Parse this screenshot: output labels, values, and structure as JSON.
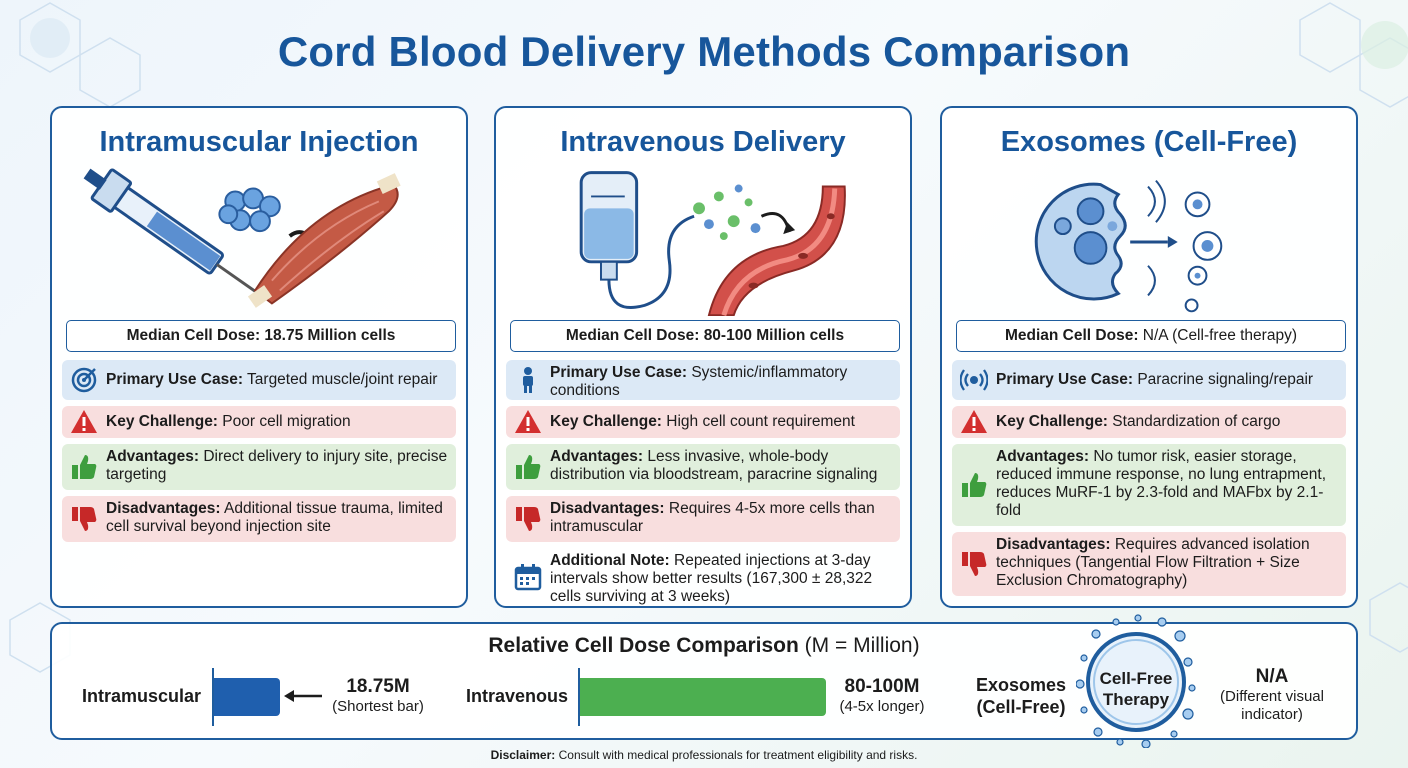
{
  "title": "Cord Blood Delivery Methods Comparison",
  "colors": {
    "primary": "#17569b",
    "blue_row": "#dce9f6",
    "red_row": "#f8dede",
    "green_row": "#e0efdc",
    "iv_bar": "#4caf50",
    "im_bar": "#1f5fae"
  },
  "cards": [
    {
      "title": "Intramuscular Injection",
      "illustration": "syringe-cells-muscle",
      "dose_label": "Median Cell Dose:",
      "dose_value": "18.75 Million cells",
      "rows": [
        {
          "icon": "target-icon",
          "label": "Primary Use Case:",
          "text": "Targeted muscle/joint repair"
        },
        {
          "icon": "warning-icon",
          "label": "Key Challenge:",
          "text": "Poor cell migration"
        },
        {
          "icon": "thumbs-up-icon",
          "label": "Advantages:",
          "text": "Direct delivery to injury site, precise targeting"
        },
        {
          "icon": "thumbs-down-icon",
          "label": "Disadvantages:",
          "text": "Additional tissue trauma, limited cell survival beyond injection site"
        }
      ]
    },
    {
      "title": "Intravenous Delivery",
      "illustration": "iv-bag-blood-vessel",
      "dose_label": "Median Cell Dose:",
      "dose_value": "80-100 Million cells",
      "rows": [
        {
          "icon": "person-icon",
          "label": "Primary Use Case:",
          "text": "Systemic/inflammatory conditions"
        },
        {
          "icon": "warning-icon",
          "label": "Key Challenge:",
          "text": "High cell count requirement"
        },
        {
          "icon": "thumbs-up-icon",
          "label": "Advantages:",
          "text": "Less invasive, whole-body distribution via bloodstream, paracrine signaling"
        },
        {
          "icon": "thumbs-down-icon",
          "label": "Disadvantages:",
          "text": "Requires 4-5x more cells than intramuscular"
        },
        {
          "icon": "calendar-icon",
          "label": "Additional Note:",
          "text": "Repeated injections at 3-day intervals show better results (167,300 ± 28,322 cells surviving at 3 weeks)"
        }
      ]
    },
    {
      "title": "Exosomes (Cell-Free)",
      "illustration": "cell-releasing-exosomes",
      "dose_label": "Median Cell Dose:",
      "dose_value": "N/A (Cell-free therapy)",
      "rows": [
        {
          "icon": "signal-icon",
          "label": "Primary Use Case:",
          "text": "Paracrine signaling/repair"
        },
        {
          "icon": "warning-icon",
          "label": "Key Challenge:",
          "text": "Standardization of cargo"
        },
        {
          "icon": "thumbs-up-icon",
          "label": "Advantages:",
          "text": "No tumor risk, easier storage, reduced immune response, no lung entrapment, reduces MuRF-1 by 2.3-fold and MAFbx by 2.1-fold"
        },
        {
          "icon": "thumbs-down-icon",
          "label": "Disadvantages:",
          "text": "Requires advanced isolation techniques (Tangential Flow Filtration + Size Exclusion Chromatography)"
        }
      ]
    }
  ],
  "comparison": {
    "title_bold": "Relative Cell Dose Comparison",
    "title_rest": "(M = Million)",
    "intramuscular": {
      "label": "Intramuscular",
      "value": "18.75M",
      "note": "(Shortest bar)",
      "dose_millions": 18.75
    },
    "intravenous": {
      "label": "Intravenous",
      "value": "80-100M",
      "note": "(4-5x longer)",
      "dose_millions": 100
    },
    "exosomes": {
      "label_line1": "Exosomes",
      "label_line2": "(Cell-Free)",
      "badge_line1": "Cell-Free",
      "badge_line2": "Therapy",
      "value": "N/A",
      "note_line1": "(Different visual",
      "note_line2": "indicator)"
    }
  },
  "disclaimer": {
    "label": "Disclaimer:",
    "text": "Consult with medical professionals for treatment eligibility and risks."
  }
}
